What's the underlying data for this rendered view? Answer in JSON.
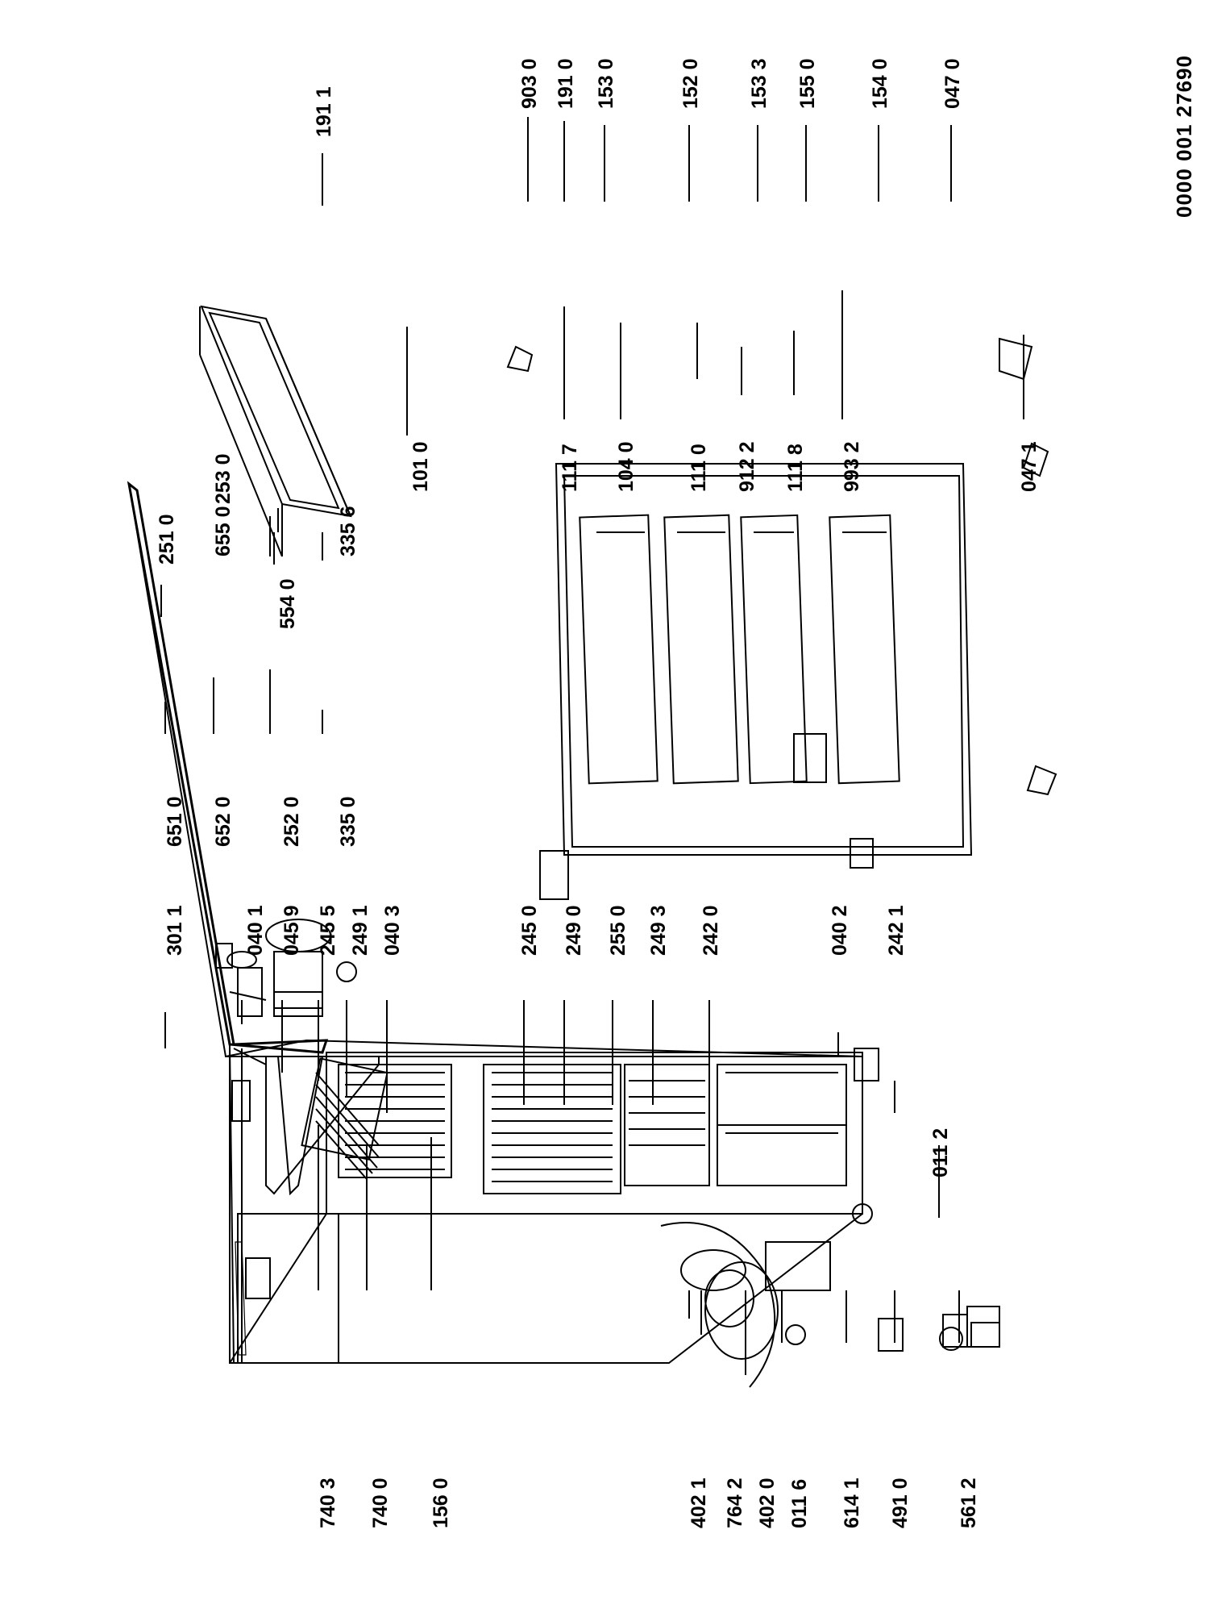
{
  "document_id": "0000 001 27690",
  "labels": [
    "740 3",
    "740 0",
    "156 0",
    "402 1",
    "764 2",
    "402 0",
    "011 6",
    "614 1",
    "491 0",
    "561 2",
    "011 2",
    "242 1",
    "040 2",
    "242 0",
    "249 3",
    "255 0",
    "249 0",
    "245 0",
    "040 3",
    "249 1",
    "245 5",
    "045 9",
    "040 1",
    "301 1",
    "651 0",
    "652 0",
    "252 0",
    "335 0",
    "251 0",
    "554 0",
    "655 0",
    "335 6",
    "253 0",
    "101 0",
    "191 1",
    "111 7",
    "104 0",
    "111 0",
    "912 2",
    "111 8",
    "993 2",
    "047 1",
    "903 0",
    "191 0",
    "153 0",
    "152 0",
    "153 3",
    "155 0",
    "154 0",
    "047 0"
  ],
  "icons": [
    "refrigerator-cabinet-drawing",
    "door-drawing",
    "freezer-door-drawing",
    "thermostat-parts-drawing",
    "compressor-drawing"
  ]
}
